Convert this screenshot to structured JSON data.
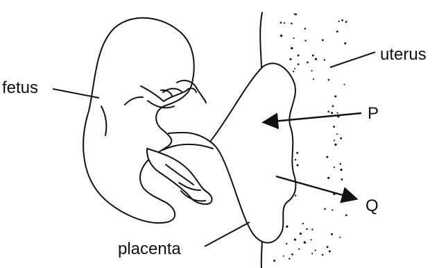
{
  "labels": {
    "fetus": "fetus",
    "uterus": "uterus",
    "placenta": "placenta",
    "p": "P",
    "q": "Q"
  },
  "colors": {
    "ink": "#111111",
    "background": "#ffffff"
  }
}
